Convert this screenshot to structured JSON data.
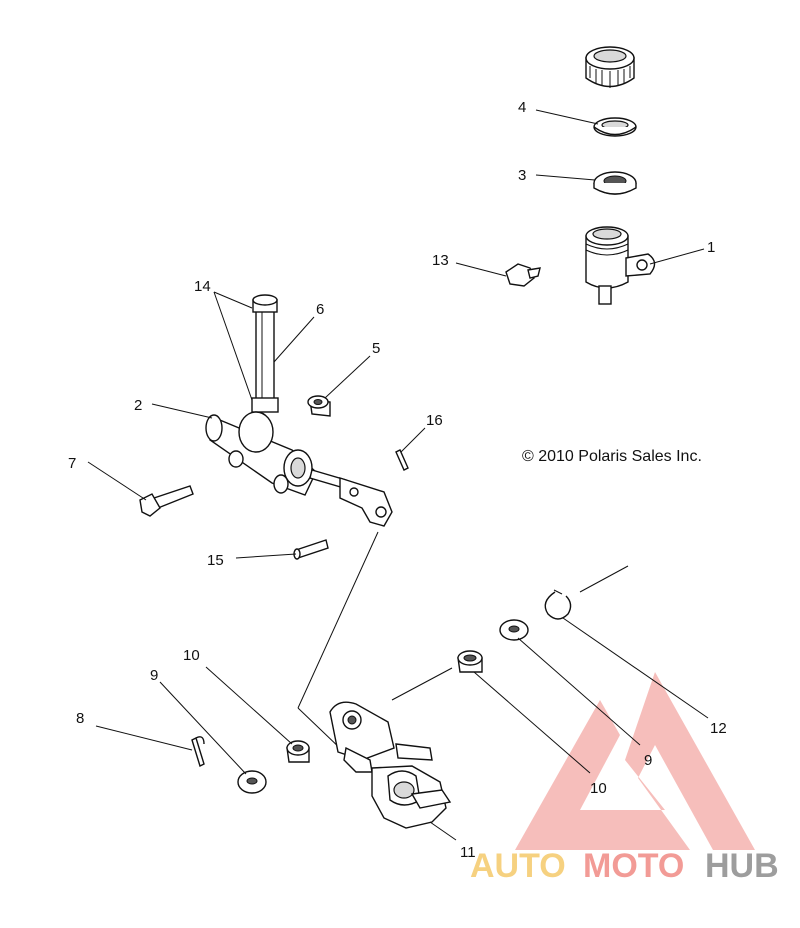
{
  "copyright": "© 2010 Polaris Sales Inc.",
  "watermark": {
    "part1": "AUTO",
    "part2": "MOTO",
    "part3": "HUB",
    "colors": {
      "auto": "#f5c96b",
      "moto": "#f08a84",
      "hub": "#8c8c8c",
      "triangle": "#f3a09b"
    }
  },
  "callouts": {
    "c1": "1",
    "c2": "2",
    "c3": "3",
    "c4": "4",
    "c5": "5",
    "c6": "6",
    "c7": "7",
    "c8": "8",
    "c9a": "9",
    "c9b": "9",
    "c10a": "10",
    "c10b": "10",
    "c11": "11",
    "c12": "12",
    "c13": "13",
    "c14": "14",
    "c15": "15",
    "c16": "16"
  }
}
